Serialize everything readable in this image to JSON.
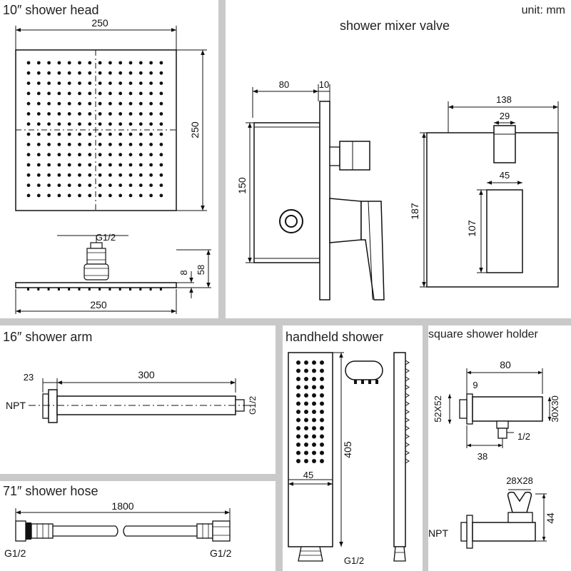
{
  "unit": "unit: mm",
  "panels": {
    "shower_head": {
      "title": "10″  shower head",
      "width": "250",
      "height": "250",
      "bottom_width": "250",
      "thread": "G1/2",
      "thickness": "8",
      "total_height": "58"
    },
    "mixer_valve": {
      "title": "shower mixer valve",
      "depth": "80",
      "plate": "10",
      "body_height": "150",
      "plate_width": "138",
      "knob_width": "29",
      "lever_width": "45",
      "plate_height": "187",
      "lever_height": "107"
    },
    "shower_arm": {
      "title": "16″  shower arm",
      "flange": "23",
      "length": "300",
      "npt": "NPT",
      "thread": "G1/2"
    },
    "handheld": {
      "title": "handheld shower",
      "length": "405",
      "width": "45",
      "thread": "G1/2"
    },
    "holder": {
      "title": "square shower holder",
      "length": "80",
      "small": "9",
      "plate": "52X52",
      "bar": "30X30",
      "outlet": "1/2",
      "offset": "38",
      "head": "28X28",
      "height": "44",
      "npt": "NPT"
    },
    "hose": {
      "title": "71″  shower hose",
      "length": "1800",
      "left_thread": "G1/2",
      "right_thread": "G1/2"
    }
  }
}
